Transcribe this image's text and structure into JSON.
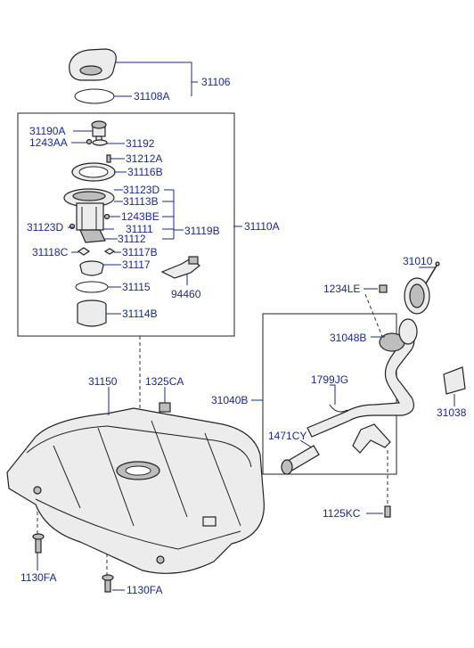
{
  "labels": {
    "l31106": "31106",
    "l31108A": "31108A",
    "l31190A": "31190A",
    "l1243AA": "1243AA",
    "l31192": "31192",
    "l31212A": "31212A",
    "l31116B": "31116B",
    "l31123D_r": "31123D",
    "l31113B": "31113B",
    "l1243BE": "1243BE",
    "l31123D_l": "31123D",
    "l31111": "31111",
    "l31112": "31112",
    "l31119B": "31119B",
    "l31110A": "31110A",
    "l31118C": "31118C",
    "l31117B": "31117B",
    "l31117": "31117",
    "l31115": "31115",
    "l94460": "94460",
    "l31114B": "31114B",
    "l31010": "31010",
    "l1234LE": "1234LE",
    "l31048B": "31048B",
    "l1799JG": "1799JG",
    "l31040B": "31040B",
    "l31038": "31038",
    "l31150": "31150",
    "l1325CA": "1325CA",
    "l1471CY": "1471CY",
    "l1125KC": "1125KC",
    "l1130FA_l": "1130FA",
    "l1130FA_b": "1130FA"
  }
}
